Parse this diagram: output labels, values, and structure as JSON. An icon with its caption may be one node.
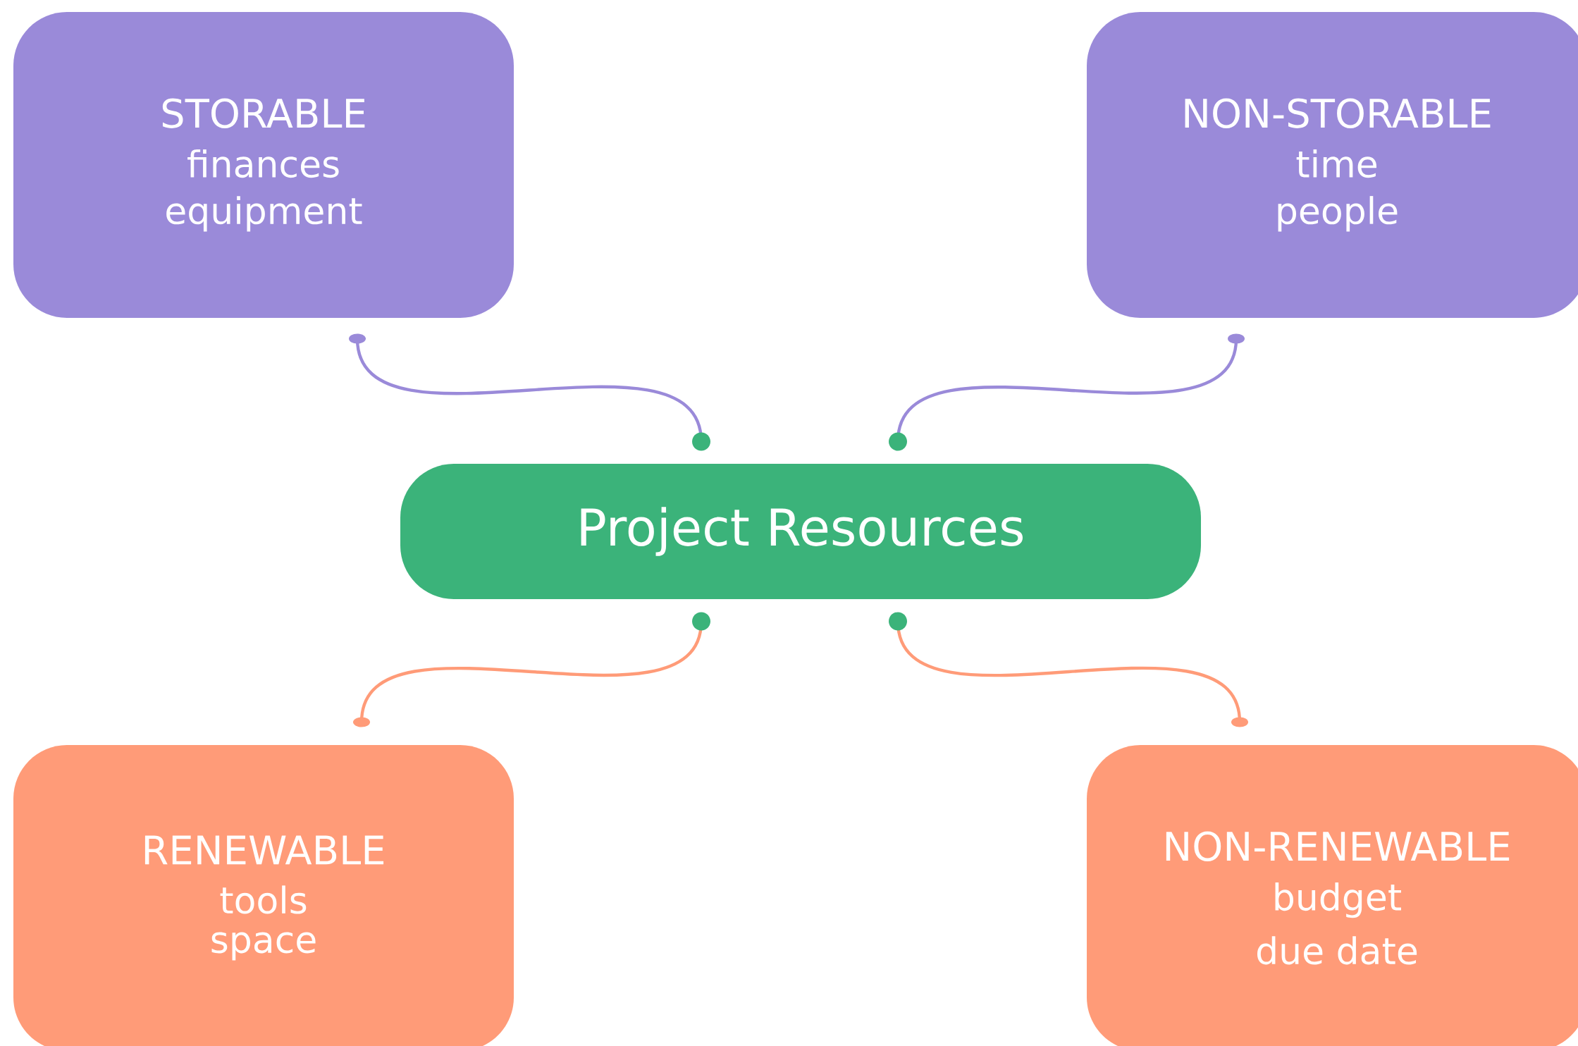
{
  "diagram": {
    "nodes": [
      {
        "text": [
          "STORABLE",
          "finances",
          "equipment"
        ]
      },
      {
        "text": [
          "NON-STORABLE",
          "time",
          "people"
        ]
      },
      {
        "text": [
          "Project Resources"
        ]
      },
      {
        "text": [
          "RENEWABLE",
          "tools",
          "space"
        ]
      },
      {
        "text": [
          "NON-RENEWABLE",
          "budget",
          "due date"
        ]
      }
    ],
    "edges": [
      {
        "from": 2,
        "to": 0,
        "arrow": "other",
        "color": "#9a8ad9"
      },
      {
        "from": 2,
        "to": 1,
        "arrow": "other",
        "color": "#9a8ad9"
      },
      {
        "from": 2,
        "to": 3,
        "arrow": "other",
        "color": "#ff9b78"
      },
      {
        "from": 2,
        "to": 4,
        "arrow": "other",
        "color": "#ff9b78"
      }
    ]
  }
}
